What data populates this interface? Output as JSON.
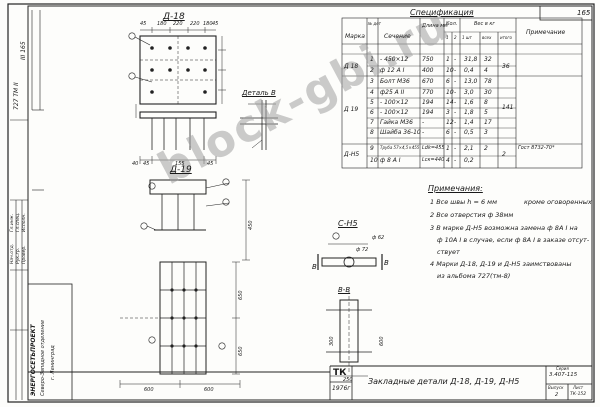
{
  "drawing": {
    "page_number": "165",
    "sheet_code": "727ТМ II-165",
    "views": {
      "d18": "Д-18",
      "d19": "Д-19",
      "sh5": "С-Н5",
      "detail_b": "Деталь В",
      "section_bb": "В-В",
      "cut_mark": "В"
    },
    "d18_dims": [
      "45",
      "180",
      "220",
      "220",
      "180",
      "45"
    ],
    "d18_bottom_dims": [
      "40",
      "45",
      "155",
      "45"
    ],
    "d19_dims_bottom": [
      "600",
      "600"
    ],
    "d19_dims_right": [
      "450",
      "650",
      "650"
    ],
    "sh5_dims": [
      "ф 62",
      "ф 72",
      "250"
    ],
    "sectionbb_dims": [
      "300",
      "600"
    ]
  },
  "spec": {
    "title": "Спецификация",
    "headers": [
      "Марка",
      "№ дет",
      "Сечение",
      "Длина мм",
      "Кол.",
      "Вес в кг",
      "Примечание"
    ],
    "subheaders": [
      "1",
      "2",
      "1 шт",
      "всех",
      "итого"
    ],
    "rows": [
      {
        "mark": "Д 18",
        "n": "1",
        "sec": "- 450×12",
        "len": "750",
        "q1": "1",
        "q2": "-",
        "w1": "31,8",
        "w2": "32",
        "tot": "",
        "note": ""
      },
      {
        "mark": "",
        "n": "2",
        "sec": "ф 12 А I",
        "len": "400",
        "q1": "10",
        "q2": "-",
        "w1": "0,4",
        "w2": "4",
        "tot": "36",
        "note": ""
      },
      {
        "mark": "Д 19",
        "n": "3",
        "sec": "Болт М36",
        "len": "670",
        "q1": "6",
        "q2": "-",
        "w1": "13,0",
        "w2": "78",
        "tot": "",
        "note": ""
      },
      {
        "mark": "",
        "n": "4",
        "sec": "ф25 А II",
        "len": "770",
        "q1": "10",
        "q2": "-",
        "w1": "3,0",
        "w2": "30",
        "tot": "",
        "note": ""
      },
      {
        "mark": "",
        "n": "5",
        "sec": "- 100×12",
        "len": "194",
        "q1": "14",
        "q2": "-",
        "w1": "1,6",
        "w2": "8",
        "tot": "141",
        "note": ""
      },
      {
        "mark": "",
        "n": "6",
        "sec": "- 100×12",
        "len": "194",
        "q1": "3",
        "q2": "-",
        "w1": "1,8",
        "w2": "5",
        "tot": "",
        "note": ""
      },
      {
        "mark": "",
        "n": "7",
        "sec": "Гайка М36",
        "len": "-",
        "q1": "12",
        "q2": "-",
        "w1": "1,4",
        "w2": "17",
        "tot": "",
        "note": ""
      },
      {
        "mark": "",
        "n": "8",
        "sec": "Шайба 36-10",
        "len": "-",
        "q1": "6",
        "q2": "-",
        "w1": "0,5",
        "w2": "3",
        "tot": "",
        "note": ""
      },
      {
        "mark": "Д-Н5",
        "n": "9",
        "sec": "Труба 57×4,5×455",
        "len": "Ldk=455",
        "q1": "1",
        "q2": "-",
        "w1": "2,1",
        "w2": "2",
        "tot": "",
        "note": "Гост 8732-70*"
      },
      {
        "mark": "",
        "n": "10",
        "sec": "ф 8 А I",
        "len": "Lск=440",
        "q1": "4",
        "q2": "-",
        "w1": "0,2",
        "w2": "",
        "tot": "2",
        "note": ""
      }
    ]
  },
  "notes": {
    "title": "Примечания:",
    "items": [
      "1 Все швы h = 6 мм",
      "кроме оговоренных",
      "2 Все отверстия ф 38мм",
      "3 В марке Д-Н5 возможна замена ф 8А I на",
      "ф 10А I в случае, если ф 8А I в заказе отсут-",
      "ствует",
      "4 Марки Д-18, Д-19 и Д-Н5 заимствованы",
      "из альбома 727(тм-8)"
    ]
  },
  "title_block": {
    "org_line1": "ЭНЕРГОСЕТЬПРОЕКТ",
    "org_line2": "Северо-Западное отделение",
    "org_line3": "г. Ленинград",
    "tk": "ТК",
    "year": "1976г",
    "title": "Закладные детали Д-18, Д-19, Д-Н5",
    "album_label": "Серия",
    "album": "3.407-115",
    "issue_label": "Выпуск",
    "issue": "2",
    "sheet_label": "Лист",
    "sheet": "ТК-152"
  },
  "side_stamp": [
    "Гл.инж.",
    "Нач.отд.",
    "Гл.спец.",
    "Рук.гр.",
    "Исполн.",
    "Провер."
  ],
  "side_codes": [
    "727 ТМ II",
    "III 165"
  ],
  "watermark": "block-gbi.ru"
}
